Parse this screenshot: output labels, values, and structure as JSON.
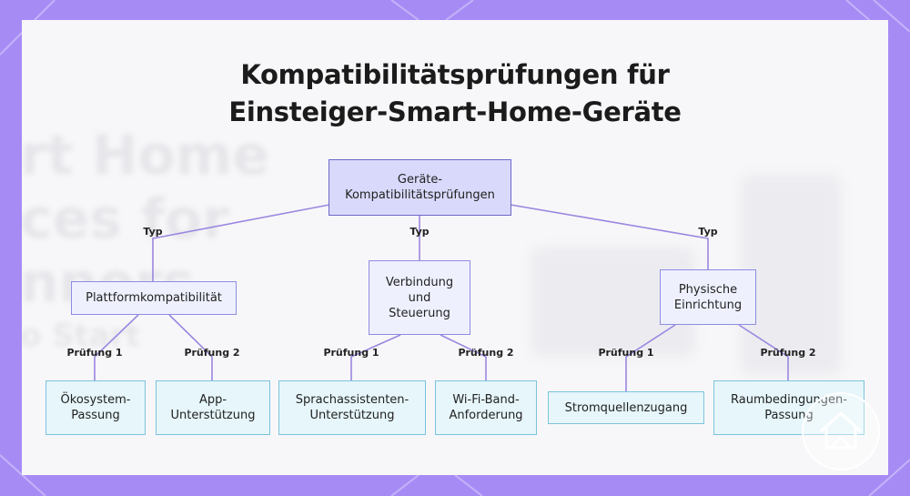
{
  "title": {
    "line1": "Kompatibilitätsprüfungen für",
    "line2": "Einsteiger-Smart-Home-Geräte"
  },
  "background_text": [
    "rt Home",
    "ces for",
    "nners",
    "o Start"
  ],
  "nodes": {
    "root": "Geräte-Kompatibilitätsprüfungen",
    "plattform": "Plattformkompatibilität",
    "verbindung": "Verbindung und Steuerung",
    "physisch": "Physische Einrichtung",
    "oekosystem": "Ökosystem-Passung",
    "app": "App-Unterstützung",
    "sprach": "Sprachassistenten-Unterstützung",
    "wifi": "Wi-Fi-Band-Anforderung",
    "strom": "Stromquellenzugang",
    "raum": "Raumbedingungen-Passung"
  },
  "edge_labels": {
    "typ": "Typ",
    "pruefung1": "Prüfung 1",
    "pruefung2": "Prüfung 2"
  },
  "colors": {
    "frame": "#a78bf5",
    "card": "#f7f7f9",
    "root_fill": "#d9d9fb",
    "mid_fill": "#eef0fd",
    "leaf_fill": "#e6f6fb",
    "link": "#9b86e0"
  },
  "icons": [
    "house-logo-icon"
  ]
}
